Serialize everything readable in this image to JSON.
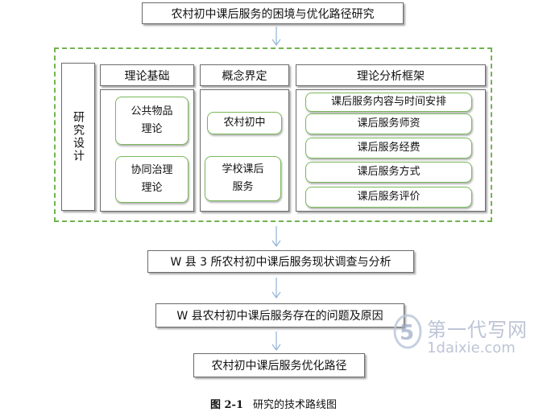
{
  "title": "农村初中课后服务的困境与优化路径研究",
  "research_design": {
    "label": "研究设计",
    "columns": {
      "theory": {
        "header": "理论基础",
        "items": [
          [
            "公共物品",
            "理论"
          ],
          [
            "协同治理",
            "理论"
          ]
        ]
      },
      "concepts": {
        "header": "概念界定",
        "items": [
          [
            "农村初中"
          ],
          [
            "学校课后",
            "服务"
          ]
        ]
      },
      "framework": {
        "header": "理论分析框架",
        "items": [
          "课后服务内容与时间安排",
          "课后服务师资",
          "课后服务经费",
          "课后服务方式",
          "课后服务评价"
        ]
      }
    }
  },
  "steps": [
    "W 县 3 所农村初中课后服务现状调查与分析",
    "W 县农村初中课后服务存在的问题及原因",
    "农村初中课后服务优化路径"
  ],
  "caption": {
    "number": "图 2-1",
    "text": "研究的技术路线图"
  },
  "watermark": {
    "cn": "第一代写网",
    "en": "1daixie.com"
  },
  "colors": {
    "green_border": "#7ab95a",
    "arrow": "#8fb4d9",
    "box_border": "#6b6b6b"
  }
}
